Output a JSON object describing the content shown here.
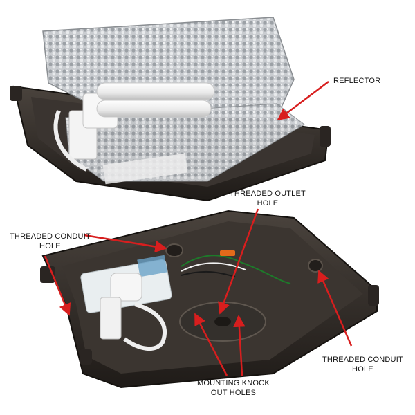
{
  "colors": {
    "arrow": "#d81e1e",
    "housing": "#2f2a26",
    "housing_light": "#4a433d",
    "reflector": "#bfc3c7",
    "lamp": "#f2f2f2",
    "ballast": "#e9eef0"
  },
  "labels": {
    "reflector": [
      "REFLECTOR"
    ],
    "threaded_outlet_hole": [
      "THREADED OUTLET",
      "HOLE"
    ],
    "threaded_conduit_hole_left": [
      "THREADED CONDUIT",
      "HOLE"
    ],
    "threaded_conduit_hole_right": [
      "THREADED CONDUIT",
      "HOLE"
    ],
    "mounting_knock_out_holes": [
      "MOUNTING KNOCK",
      "OUT HOLES"
    ]
  },
  "icons": {
    "arrows": "red-callout-arrow-icon"
  }
}
